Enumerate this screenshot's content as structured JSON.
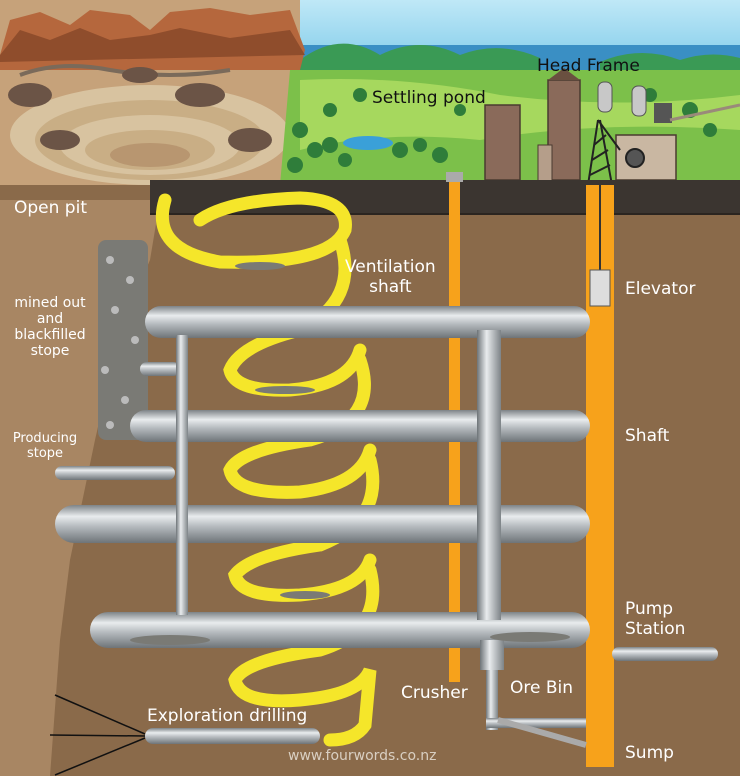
{
  "labels": {
    "open_pit": "Open pit",
    "settling_pond": "Settling pond",
    "head_frame": "Head Frame",
    "ventilation_line1": "Ventilation",
    "ventilation_line2": "shaft",
    "elevator": "Elevator",
    "mined_out_line1": "mined out",
    "mined_out_line2": "and",
    "mined_out_line3": "blackfilled",
    "mined_out_line4": "stope",
    "producing_line1": "Producing",
    "producing_line2": "stope",
    "shaft": "Shaft",
    "pump_line1": "Pump",
    "pump_line2": "Station",
    "crusher": "Crusher",
    "ore_bin": "Ore Bin",
    "exploration": "Exploration drilling",
    "sump": "Sump",
    "website": "www.fourwords.co.nz"
  },
  "colors": {
    "underground": "#8a6a4a",
    "topsoil": "#3b3530",
    "grass": "#7cc04a",
    "sky": "#8fd3ee",
    "sea": "#3a8fc4",
    "rock": "#b07a52",
    "pit": "#d8c3a0",
    "shaft_orange": "#f7a21b",
    "spiral_yellow": "#f5e62a",
    "pipe_steel": "#b9bec2",
    "building": "#8a6a5a"
  }
}
